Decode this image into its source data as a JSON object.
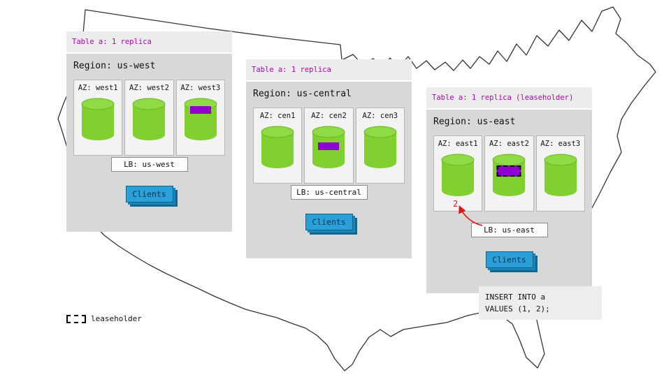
{
  "colors": {
    "accent_magenta": "#b300b3",
    "cylinder_green": "#80d12f",
    "replica_purple": "#8f00d0",
    "clients_blue": "#2b9fd8",
    "arrow_red": "#e01616"
  },
  "panels": [
    {
      "table_label": "Table a: 1 replica",
      "region_label": "Region: us-west",
      "azs": [
        {
          "label": "AZ: west1",
          "has_replica": false,
          "is_leaseholder": false
        },
        {
          "label": "AZ: west2",
          "has_replica": false,
          "is_leaseholder": false
        },
        {
          "label": "AZ: west3",
          "has_replica": true,
          "is_leaseholder": false
        }
      ],
      "lb_label": "LB: us-west",
      "clients_label": "Clients"
    },
    {
      "table_label": "Table a: 1 replica",
      "region_label": "Region: us-central",
      "azs": [
        {
          "label": "AZ: cen1",
          "has_replica": false,
          "is_leaseholder": false
        },
        {
          "label": "AZ: cen2",
          "has_replica": true,
          "is_leaseholder": false
        },
        {
          "label": "AZ: cen3",
          "has_replica": false,
          "is_leaseholder": false
        }
      ],
      "lb_label": "LB: us-central",
      "clients_label": "Clients"
    },
    {
      "table_label": "Table a: 1 replica (leaseholder)",
      "region_label": "Region: us-east",
      "azs": [
        {
          "label": "AZ: east1",
          "has_replica": false,
          "is_leaseholder": false
        },
        {
          "label": "AZ: east2",
          "has_replica": true,
          "is_leaseholder": true
        },
        {
          "label": "AZ: east3",
          "has_replica": false,
          "is_leaseholder": false
        }
      ],
      "lb_label": "LB: us-east",
      "clients_label": "Clients"
    }
  ],
  "annotations": {
    "arrow_label": "2",
    "insert_statement_line1": "INSERT INTO a",
    "insert_statement_line2": "VALUES (1, 2);",
    "legend_label": "leaseholder"
  }
}
